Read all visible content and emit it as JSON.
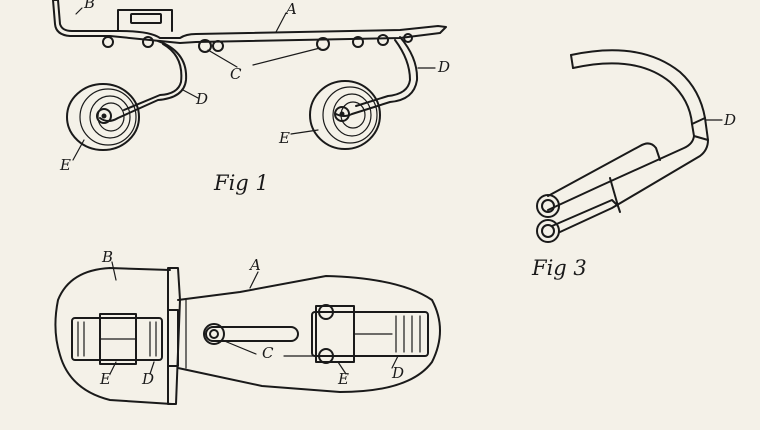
{
  "figures": [
    {
      "caption": "Fig 1",
      "labels": {
        "plate": "A",
        "heel": "B",
        "bolts": "C",
        "bracket_front": "D",
        "bracket_rear": "D",
        "wheel_front": "E",
        "wheel_rear": "E"
      }
    },
    {
      "caption": "Fig 3",
      "labels": {
        "bracket": "D"
      }
    },
    {
      "caption": "",
      "labels": {
        "plate": "A",
        "heel": "B",
        "bolts": "C",
        "bracket_left": "D",
        "bracket_right": "D",
        "wheel_left": "E",
        "wheel_right": "E"
      }
    }
  ]
}
